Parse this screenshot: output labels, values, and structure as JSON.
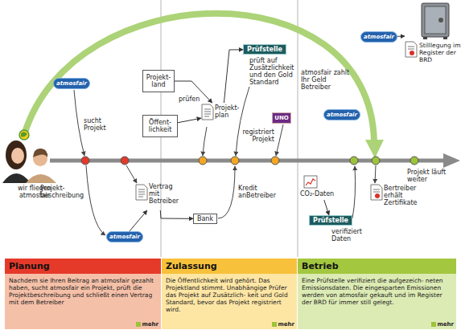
{
  "diagram": {
    "nodes": [
      {
        "text": [
          "wir fliegen atmosfair"
        ]
      },
      {
        "text": [
          "atmosfair"
        ]
      },
      {
        "text": [
          "Projekt- land"
        ]
      },
      {
        "text": [
          "Öffent- lichkeit"
        ]
      },
      {
        "text": [
          "Projekt- plan"
        ]
      },
      {
        "text": [
          "Prüfstelle"
        ]
      },
      {
        "text": [
          "UNO"
        ]
      },
      {
        "text": [
          "atmosfair"
        ]
      },
      {
        "text": [
          "atmosfair"
        ]
      },
      {
        "text": [
          "Stilllegung im Register der BRD"
        ]
      },
      {
        "text": [
          "Vertrag mit Betreiber"
        ]
      },
      {
        "text": [
          "Bank"
        ]
      },
      {
        "text": [
          "atmosfair"
        ]
      },
      {
        "text": [
          "CO₂-Daten"
        ]
      },
      {
        "text": [
          "Prüfstelle"
        ]
      },
      {
        "text": [
          "Bertreiber erhält Zertifikate"
        ]
      },
      {
        "text": [
          "Planung",
          "Nachdem sie Ihren Beitrag an atmosfair gezahlt haben, sucht atmosfair ein Projekt, prüft die Projektbeschreibung und schließt einen Vertrag mit dem Betreiber",
          "mehr"
        ]
      },
      {
        "text": [
          "Zulassung",
          "Die Öffentlichkeit wird gehört. Das Projektland stimmt. Unabhängige Prüfer das Projekt auf Zusätzlich- keit und Gold Standard, bevor das Projekt registriert wird.",
          "mehr"
        ]
      },
      {
        "text": [
          "Betrieb",
          "Eine Prüfstelle verifiziert die aufgezeich- neten Emissionsdaten. Die eingesparten Emissionen werden von atmosfair gekauft und im Register der BRD für immer still gelegt.",
          "mehr"
        ]
      }
    ],
    "edges": [
      {
        "from": 2,
        "to": 4,
        "arrow": "to"
      },
      {
        "from": 3,
        "to": 4,
        "arrow": "to"
      },
      {
        "from": 4,
        "to": 5,
        "arrow": "to"
      },
      {
        "from": 12,
        "to": 10,
        "arrow": "to"
      },
      {
        "from": 10,
        "to": 11,
        "arrow": "to"
      },
      {
        "from": 13,
        "to": 14,
        "arrow": "to"
      },
      {
        "from": 8,
        "to": 9,
        "arrow": "to"
      }
    ],
    "labels": [
      "sucht Projekt",
      "Projekt- beschreibung",
      "prüfen",
      "Kredit anBetreiber",
      "prüft auf Zusätzlichkeit und den Gold Standard",
      "registriert Projekt",
      "atmosfair zahlt Ihr Geld Betreiber",
      "verifiziert Daten",
      "Projekt läuft weiter"
    ]
  }
}
